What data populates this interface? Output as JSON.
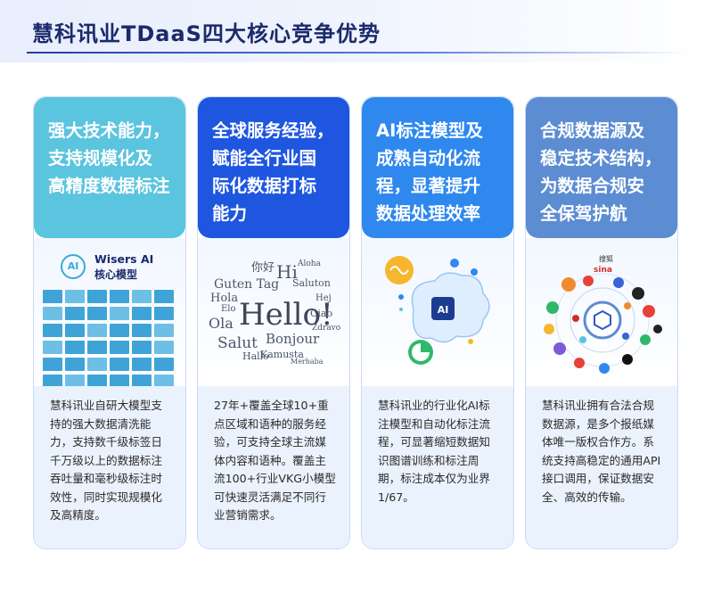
{
  "header": {
    "title": "慧科讯业TDaaS四大核心竞争优势"
  },
  "cards": [
    {
      "title": "强大技术能力，\n支持规模化及\n高精度数据标注",
      "text": "慧科讯业自研大模型支持的强大数据清洗能力，支持数千级标签日千万级以上的数据标注吞吐量和毫秒级标注时效性，同时实现规模化及高精度。",
      "illustration": {
        "logo_icon": "ai-head-icon",
        "logo_text": "AI",
        "name": "Wisers AI",
        "subtitle": "核心模型"
      }
    },
    {
      "title": "全球服务经验，\n赋能全行业国\n际化数据打标\n能力",
      "text": "27年+覆盖全球10+重点区域和语种的服务经验，可支持全球主流媒体内容和语种。覆盖主流100+行业VKG小模型可快速灵活满足不同行业营销需求。",
      "illustration": {
        "words": [
          "Hello!",
          "Bonjour",
          "Hallo",
          "Ola",
          "Salut",
          "Guten Tag",
          "Hola",
          "Aloha",
          "Saluton",
          "Ciao",
          "Hi",
          "你好",
          "Kamusta",
          "Elo",
          "Hej",
          "Zdravo",
          "Merhaba"
        ]
      }
    },
    {
      "title": "AI标注模型及\n成熟自动化流\n程，显著提升\n数据处理效率",
      "text": "慧科讯业的行业化AI标注模型和自动化标注流程，可显著缩短数据知识图谱训练和标注周期，标注成本仅为业界1/67。",
      "illustration": {
        "chip_label": "AI",
        "icon": "ai-brain-icon"
      }
    },
    {
      "title": "合规数据源及\n稳定技术结构，\n为数据合规安\n全保驾护航",
      "text": "慧科讯业拥有合法合规数据源，是多个报纸媒体唯一版权合作方。系统支持高稳定的通用API接口调用，保证数据安全、高效的传输。",
      "illustration": {
        "icon": "data-hub-icon",
        "top_labels": [
          "搜狐",
          "sina"
        ]
      }
    }
  ],
  "colors": {
    "card1_top": "#5bc4de",
    "card2_top": "#1f56e0",
    "card3_top": "#2f88ee",
    "card4_top": "#5c8cd2",
    "title_text": "#1b2a6b"
  }
}
